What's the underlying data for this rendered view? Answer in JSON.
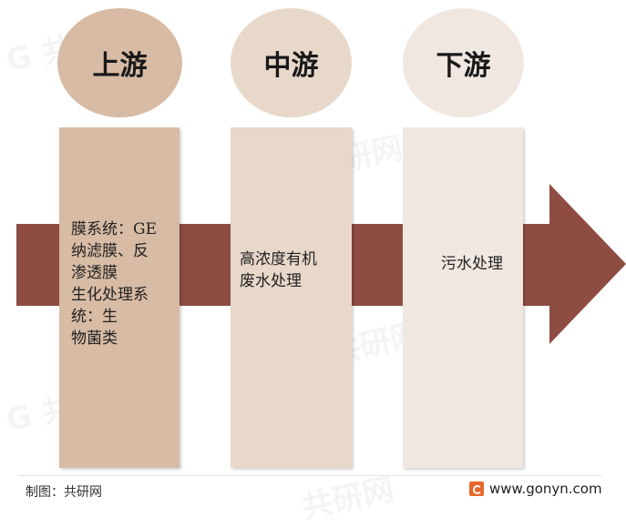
{
  "stages": [
    {
      "title": "上游",
      "circle_color": "#d7bba4",
      "column_color": "#d7bba4",
      "text": "膜系统：GE\n纳滤膜、反\n渗透膜\n生化处理系\n统：生\n物菌类"
    },
    {
      "title": "中游",
      "circle_color": "#e8d8ca",
      "column_color": "#e8d8ca",
      "text": "高浓度有机\n废水处理"
    },
    {
      "title": "下游",
      "circle_color": "#f1e7e1",
      "column_color": "#f1e7e1",
      "text": "污水处理"
    }
  ],
  "arrow_color": "#8e4c43",
  "footer": {
    "source": "制图：共研网",
    "website": "www.gonyn.com",
    "logo_color": "#e8682c"
  }
}
